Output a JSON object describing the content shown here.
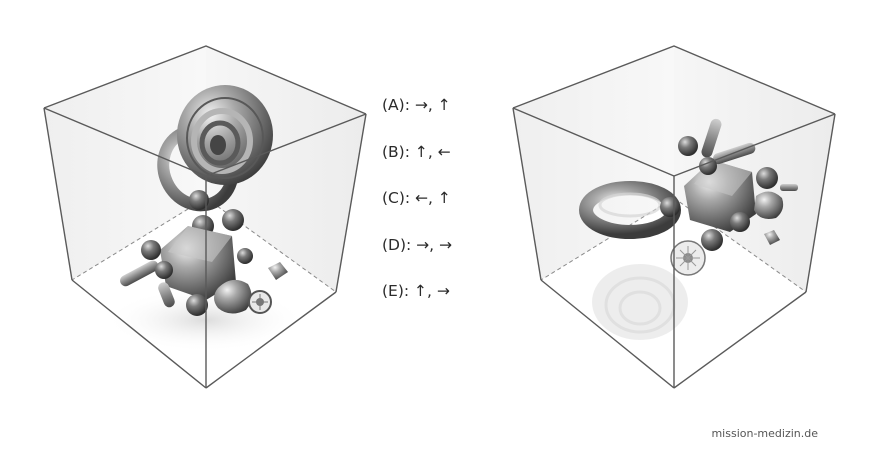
{
  "options": [
    {
      "label": "(A): →, ↑"
    },
    {
      "label": "(B): ↑, ←"
    },
    {
      "label": "(C): ←, ↑"
    },
    {
      "label": "(D): →, →"
    },
    {
      "label": "(E): ↑, →"
    }
  ],
  "watermark": "mission-medizin.de",
  "colors": {
    "cube_edge": "#5a5a5a",
    "object_metal": "#777777",
    "background": "#ffffff"
  }
}
